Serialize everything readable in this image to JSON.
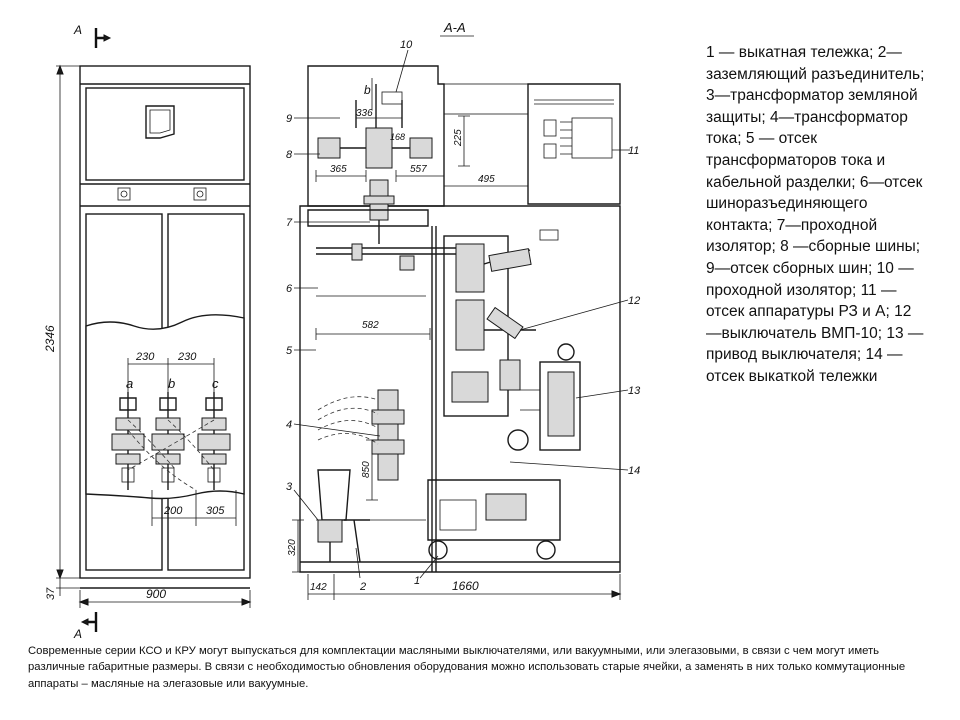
{
  "drawing": {
    "section_mark": "A",
    "section_title": "А-А",
    "phases": [
      "a",
      "b",
      "c"
    ],
    "callouts": [
      "1",
      "2",
      "3",
      "4",
      "5",
      "6",
      "7",
      "8",
      "9",
      "10",
      "11",
      "12",
      "13",
      "14"
    ],
    "dims_front": {
      "width": "900",
      "height": "2346",
      "plinth": "37",
      "phase_spacing_1": "230",
      "phase_spacing_2": "230",
      "bottom_1": "200",
      "bottom_2": "305"
    },
    "dims_section": {
      "depth": "1660",
      "d142": "142",
      "d320": "320",
      "d336": "336",
      "d365": "365",
      "d557": "557",
      "d495": "495",
      "d225": "225",
      "d582": "582",
      "d168": "168",
      "d850": "850",
      "b_label": "b"
    }
  },
  "legend": {
    "text": "1 — выкатная тележка; 2—заземляющий разъединитель; 3—трансформатор земляной защиты; 4—трансформатор тока; 5 — отсек трансформаторов тока и кабельной разделки; 6—отсек шиноразъединяющего контакта; 7—проходной изолятор; 8 —сборные шины; 9—отсек сборных шин; 10 —проходной изолятор; 11 — отсек аппаратуры РЗ и А; 12—выключатель ВМП-10; 13 — привод выключателя; 14 — отсек выкаткой тележки"
  },
  "caption": {
    "text": "Современные серии КСО и КРУ могут выпускаться для комплектации масляными выключателями, или вакуумными, или элегазовыми, в связи с чем могут иметь различные габаритные размеры. В связи с необходимостью обновления оборудования можно использовать старые ячейки, а заменять в них только коммутационные аппараты – масляные на элегазовые или вакуумные."
  }
}
